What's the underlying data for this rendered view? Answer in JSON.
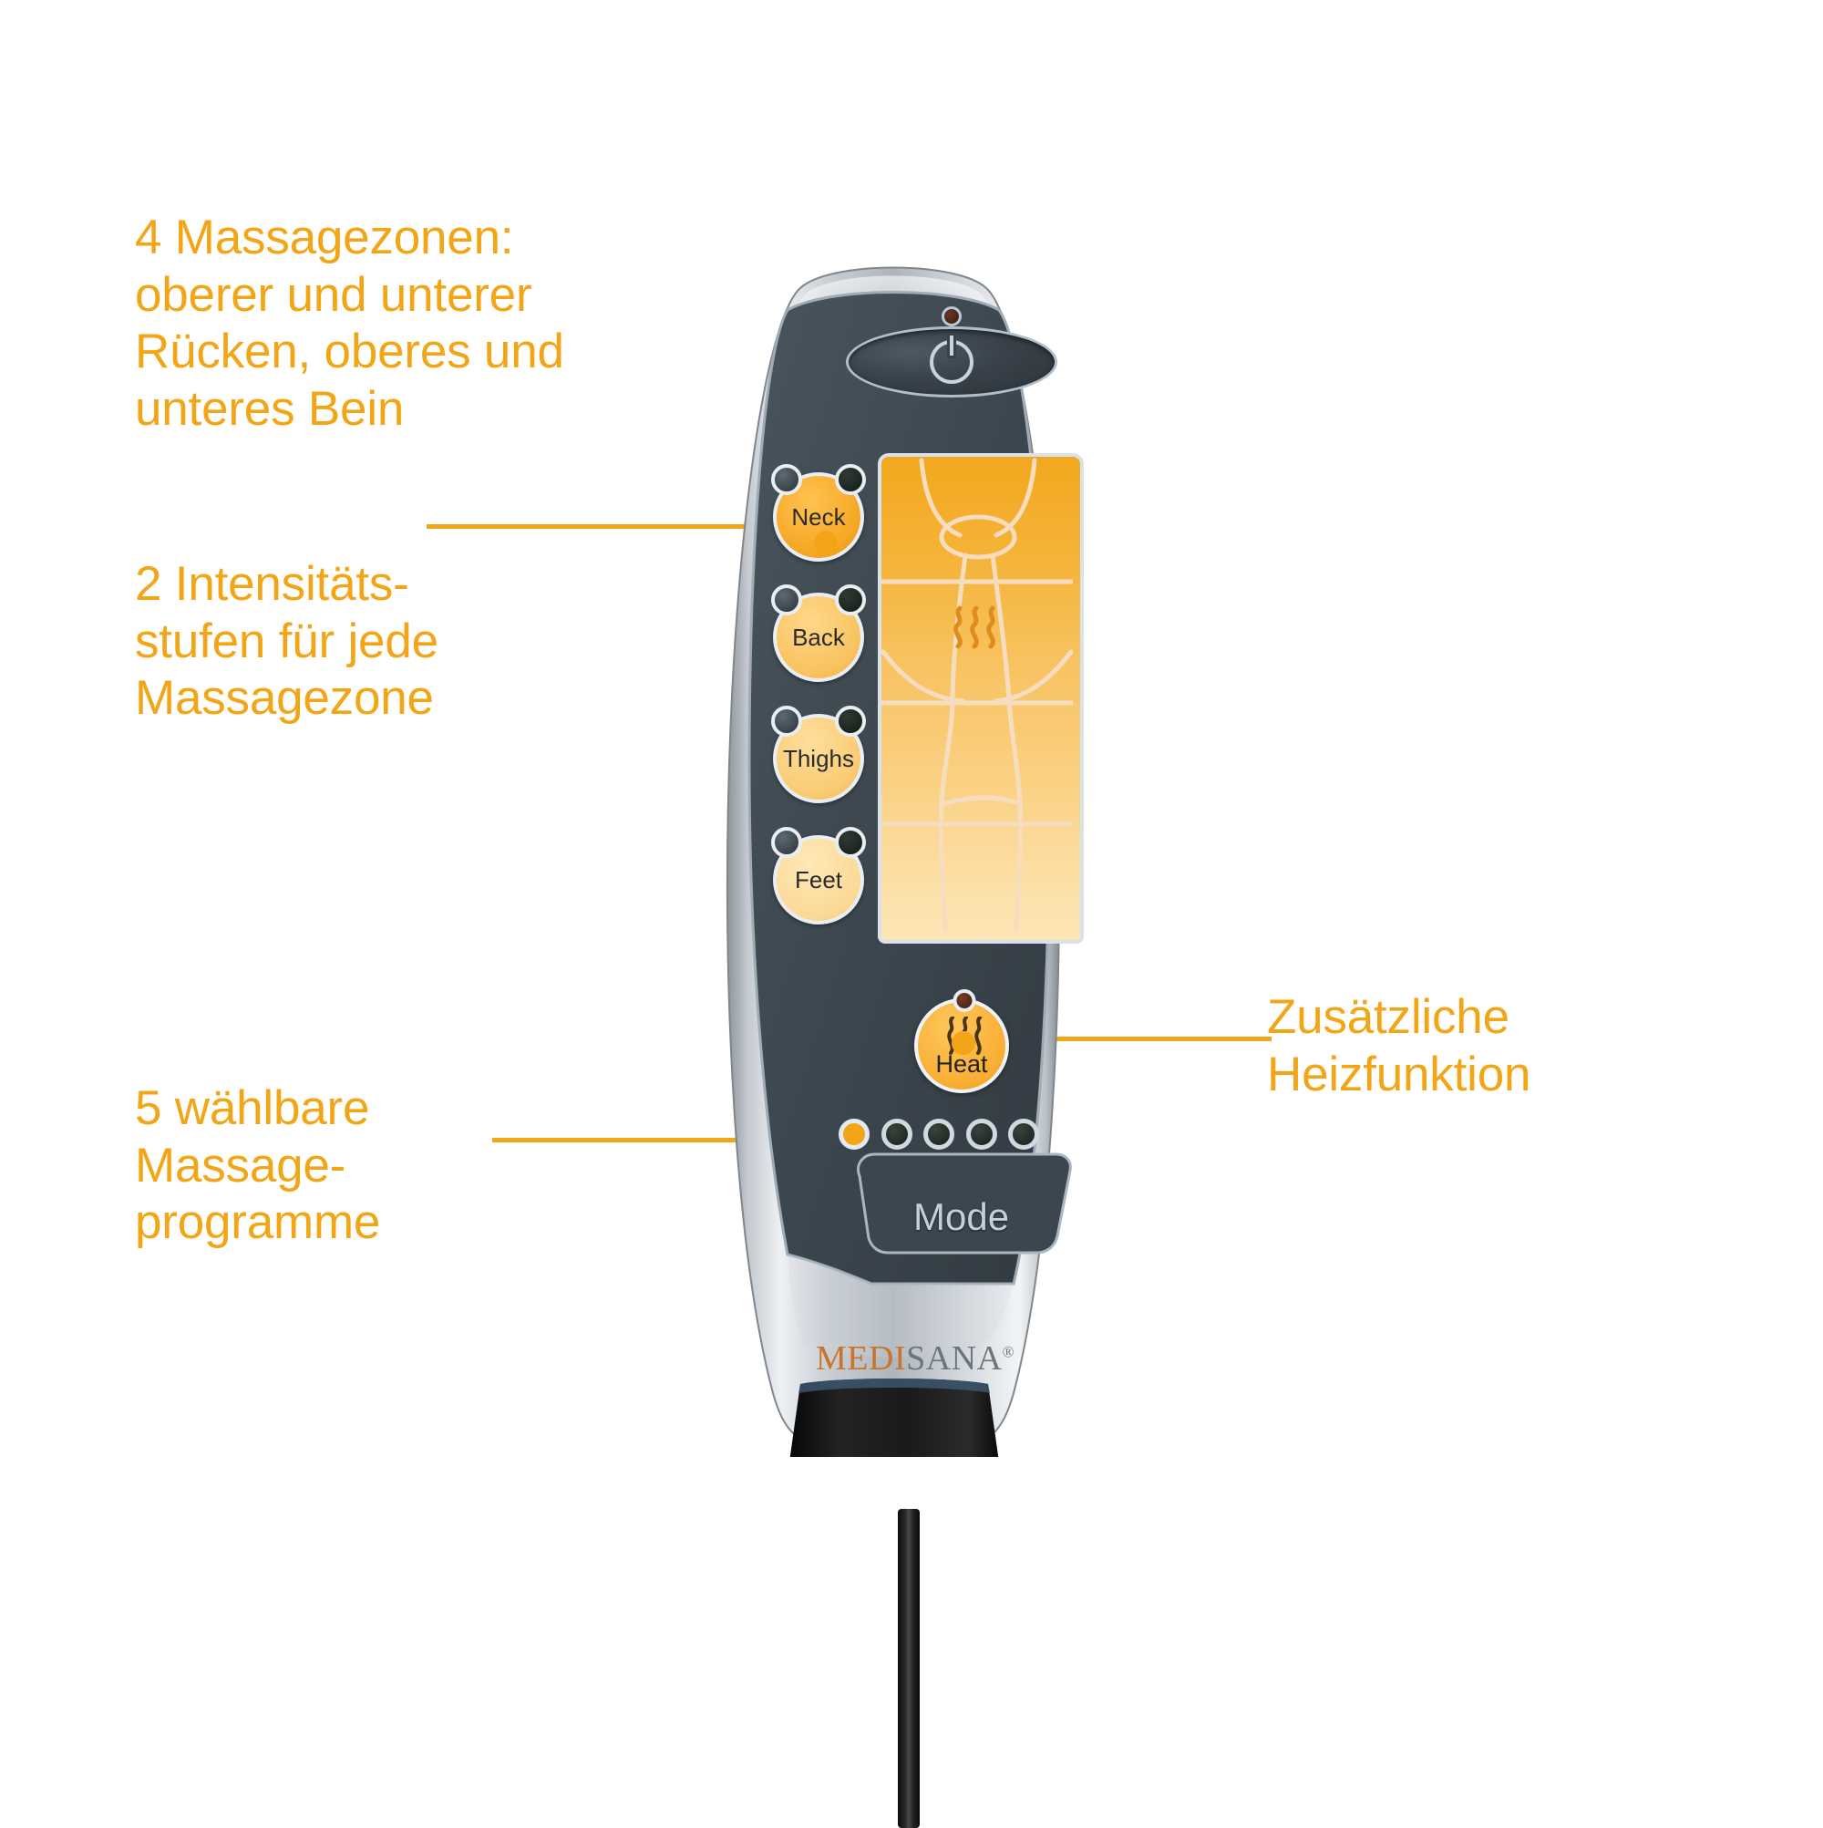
{
  "product": {
    "brand_prefix": "MEDI",
    "brand_suffix": "SANA",
    "brand_registered": "®",
    "device": "massage-mat-remote-control"
  },
  "annotations": [
    {
      "id": "massage-zones",
      "text": "4 Massagezonen:\noberer und unterer\nRücken, oberes und\nunteres Bein",
      "position": "top-left",
      "points_to": "neck-button"
    },
    {
      "id": "intensity-levels",
      "text": "2 Intensitäts-\nstufen für jede\nMassagezone",
      "position": "middle-left",
      "points_to": "zone-buttons"
    },
    {
      "id": "massage-programs",
      "text": "5 wählbare\nMassage-\nprogramme",
      "position": "bottom-left",
      "points_to": "program-leds"
    },
    {
      "id": "heat-function",
      "text": "Zusätzliche\nHeizfunktion",
      "position": "right",
      "points_to": "heat-button"
    }
  ],
  "remote": {
    "power_button": {
      "icon": "power-icon",
      "led_state": "off"
    },
    "zone_buttons": [
      {
        "label": "Neck",
        "led_left": "off",
        "led_right": "on"
      },
      {
        "label": "Back",
        "led_left": "off",
        "led_right": "on"
      },
      {
        "label": "Thighs",
        "led_left": "off",
        "led_right": "on"
      },
      {
        "label": "Feet",
        "led_left": "off",
        "led_right": "on"
      }
    ],
    "heat_button": {
      "label": "Heat",
      "icon": "heat-waves-icon",
      "led_state": "off"
    },
    "mode_button": {
      "label": "Mode"
    },
    "program_leds": {
      "count": 5,
      "active_index": 0,
      "states": [
        "on",
        "off",
        "off",
        "off",
        "off"
      ]
    },
    "display": {
      "type": "body-zone-diagram",
      "zones": 4,
      "heat_symbol": "heat-waves-icon"
    }
  },
  "colors": {
    "accent_orange": "#F2A617",
    "panel_dark": "#3f4a52",
    "body_silver": "#c8cdd2",
    "base_black": "#111111",
    "display_top": "#f2a81e",
    "display_bottom": "#fde6b6",
    "brand_orange": "#c8752a",
    "brand_gray": "#6c757d"
  }
}
